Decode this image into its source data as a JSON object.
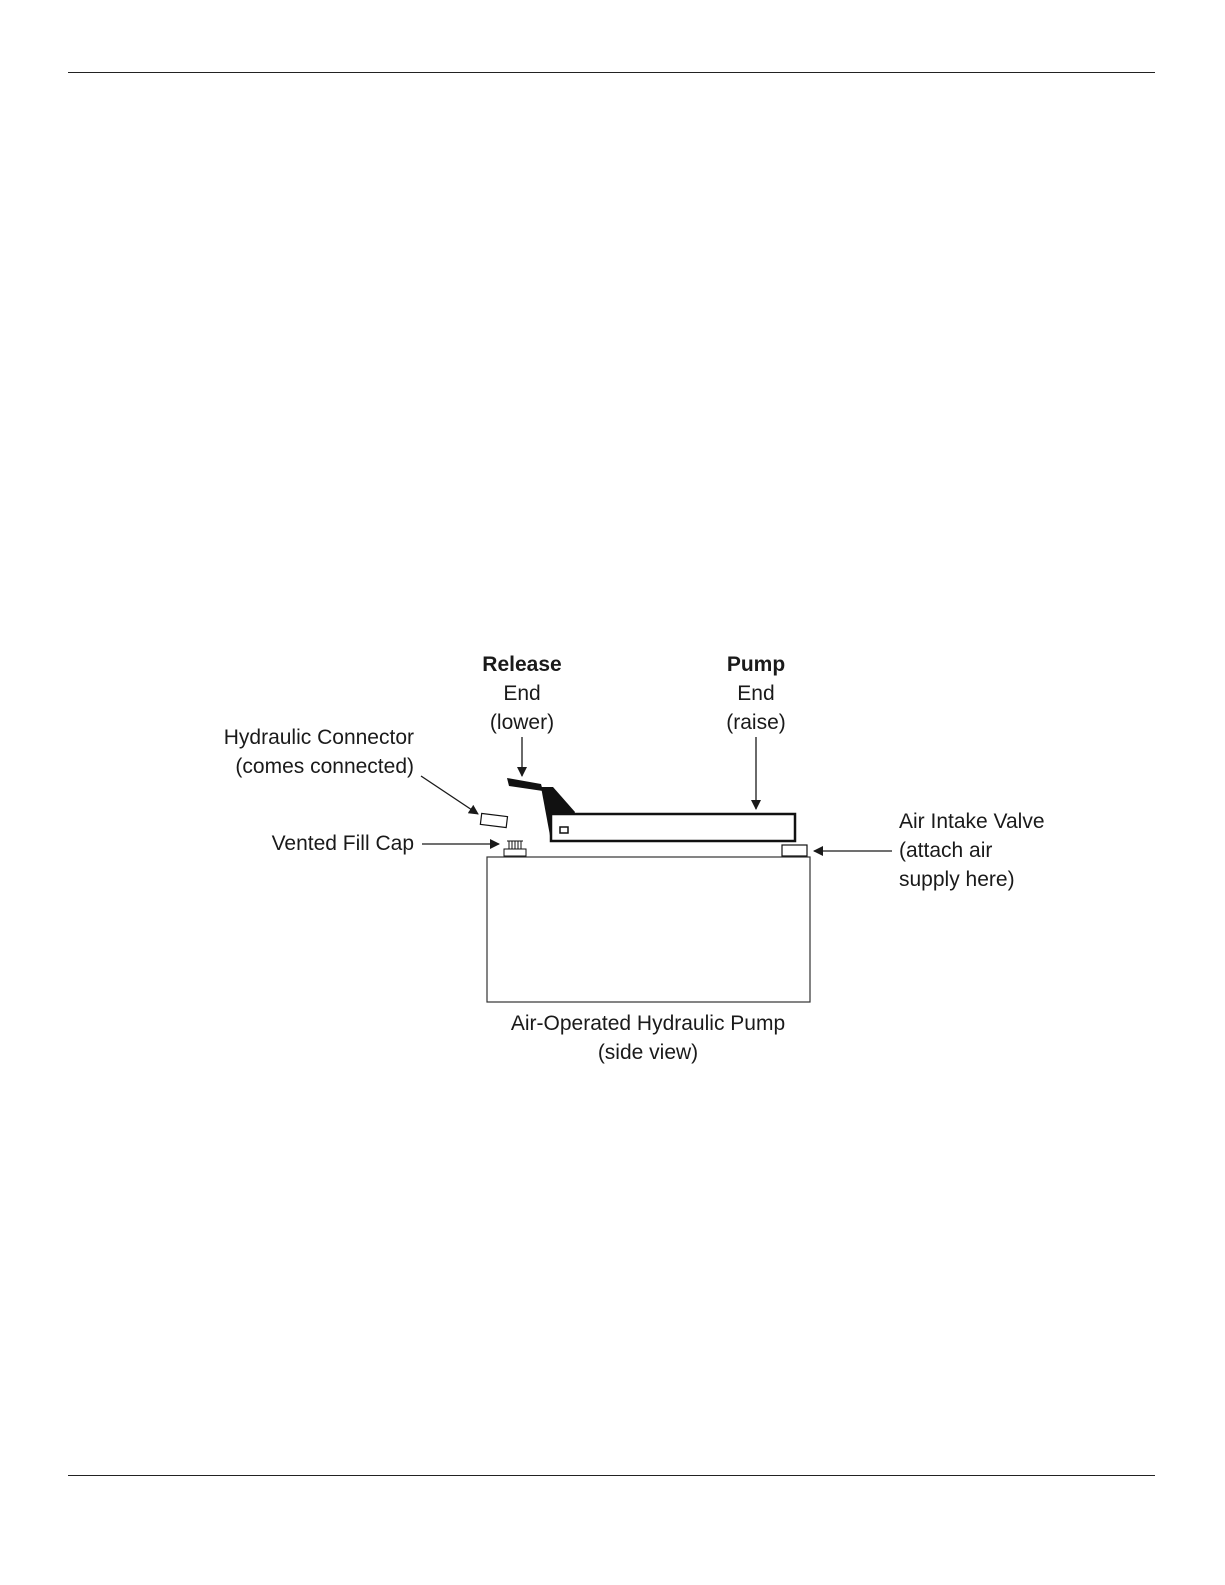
{
  "labels": {
    "release": {
      "title": "Release",
      "line1": "End",
      "line2": "(lower)"
    },
    "pump": {
      "title": "Pump",
      "line1": "End",
      "line2": "(raise)"
    },
    "hydraulic_connector": {
      "line1": "Hydraulic Connector",
      "line2": "(comes connected)"
    },
    "vented_fill_cap": "Vented Fill Cap",
    "air_intake_valve": {
      "line1": "Air Intake Valve",
      "line2": "(attach air",
      "line3": "supply here)"
    },
    "caption": {
      "line1": "Air-Operated Hydraulic Pump",
      "line2": "(side view)"
    }
  }
}
